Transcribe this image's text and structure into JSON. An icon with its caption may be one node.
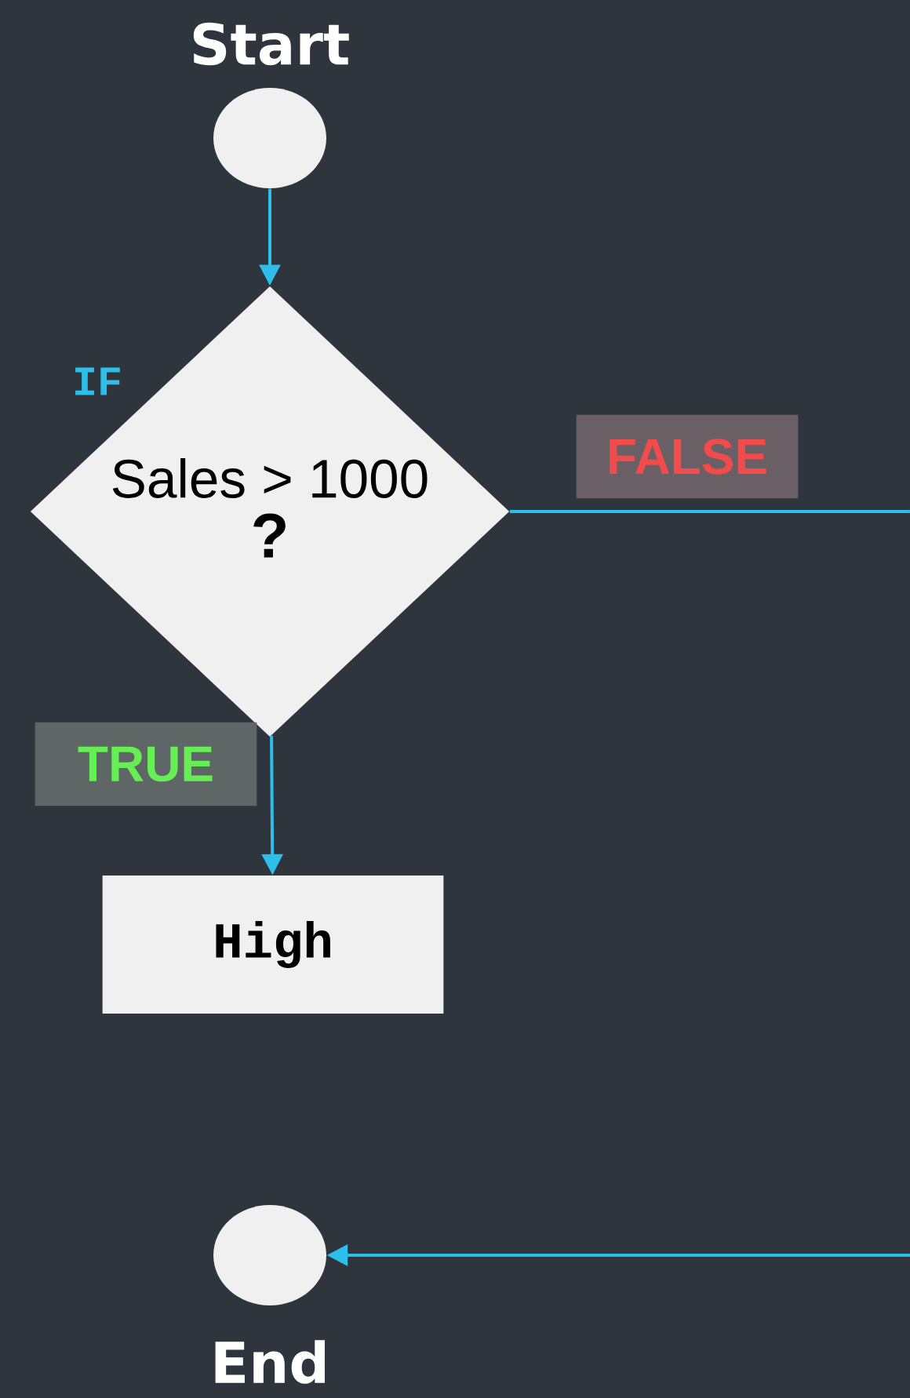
{
  "diagram": {
    "nodes": [
      {
        "text": [
          "Start"
        ]
      },
      {
        "text": [
          "Sales > 1000",
          "?"
        ],
        "beside": [
          "IF"
        ]
      },
      {
        "text": [
          "High"
        ]
      },
      {
        "text": [
          "End"
        ]
      }
    ],
    "edges": [
      {
        "from": 0,
        "to": 1,
        "arrow": "to"
      },
      {
        "from": 1,
        "to": 2,
        "arrow": "to",
        "label": "TRUE"
      },
      {
        "from": 1,
        "to": null,
        "arrow": "none",
        "label": "FALSE"
      },
      {
        "from": null,
        "to": 3,
        "arrow": "to"
      }
    ]
  }
}
